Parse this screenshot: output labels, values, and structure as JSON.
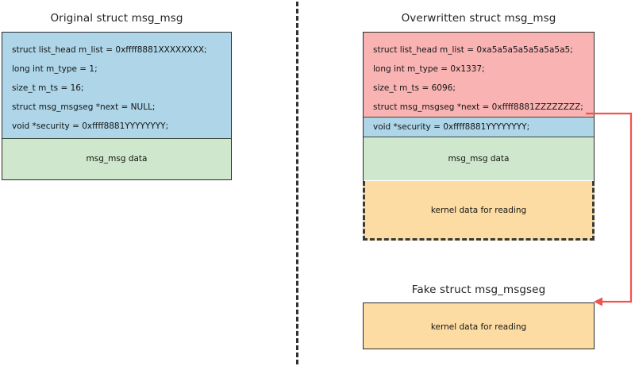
{
  "diagram": {
    "type": "kernel-heap-exploit-struct-layout",
    "panels": {
      "original": {
        "title": "Original struct msg_msg",
        "header_fields": [
          "struct list_head m_list = 0xffff8881XXXXXXXX;",
          "long int m_type = 1;",
          "size_t m_ts = 16;",
          "struct msg_msgseg *next = NULL;",
          "void *security = 0xffff8881YYYYYYYY;"
        ],
        "data_label": "msg_msg data",
        "colors": {
          "header": "#aed6e8",
          "data": "#cfe7cc",
          "border": "#2b2b2b"
        }
      },
      "overwritten": {
        "title": "Overwritten struct msg_msg",
        "header_fields": [
          "struct list_head m_list = 0xa5a5a5a5a5a5a5a5;",
          "long int m_type = 0x1337;",
          "size_t m_ts = 6096;",
          "struct msg_msgseg *next = 0xffff8881ZZZZZZZZ;"
        ],
        "security_field": "void *security = 0xffff8881YYYYYYYY;",
        "data_label": "msg_msg data",
        "kernel_data_label": "kernel data for reading",
        "colors": {
          "header": "#f9b3b3",
          "security": "#aed6e8",
          "data": "#cfe7cc",
          "kernel_data": "#fcdca2",
          "border": "#2b2b2b"
        }
      },
      "fake": {
        "title": "Fake struct msg_msgseg",
        "data_label": "kernel data for reading",
        "colors": {
          "fill": "#fcdca2",
          "border": "#2b2b2b"
        }
      }
    },
    "arrow": {
      "name": "next-pointer-arrow",
      "from": "overwritten.next_field",
      "to": "fake.box",
      "color": "#ef5350"
    },
    "divider": {
      "name": "panel-divider",
      "style": "dashed-vertical",
      "color": "#2f2f2f"
    }
  }
}
